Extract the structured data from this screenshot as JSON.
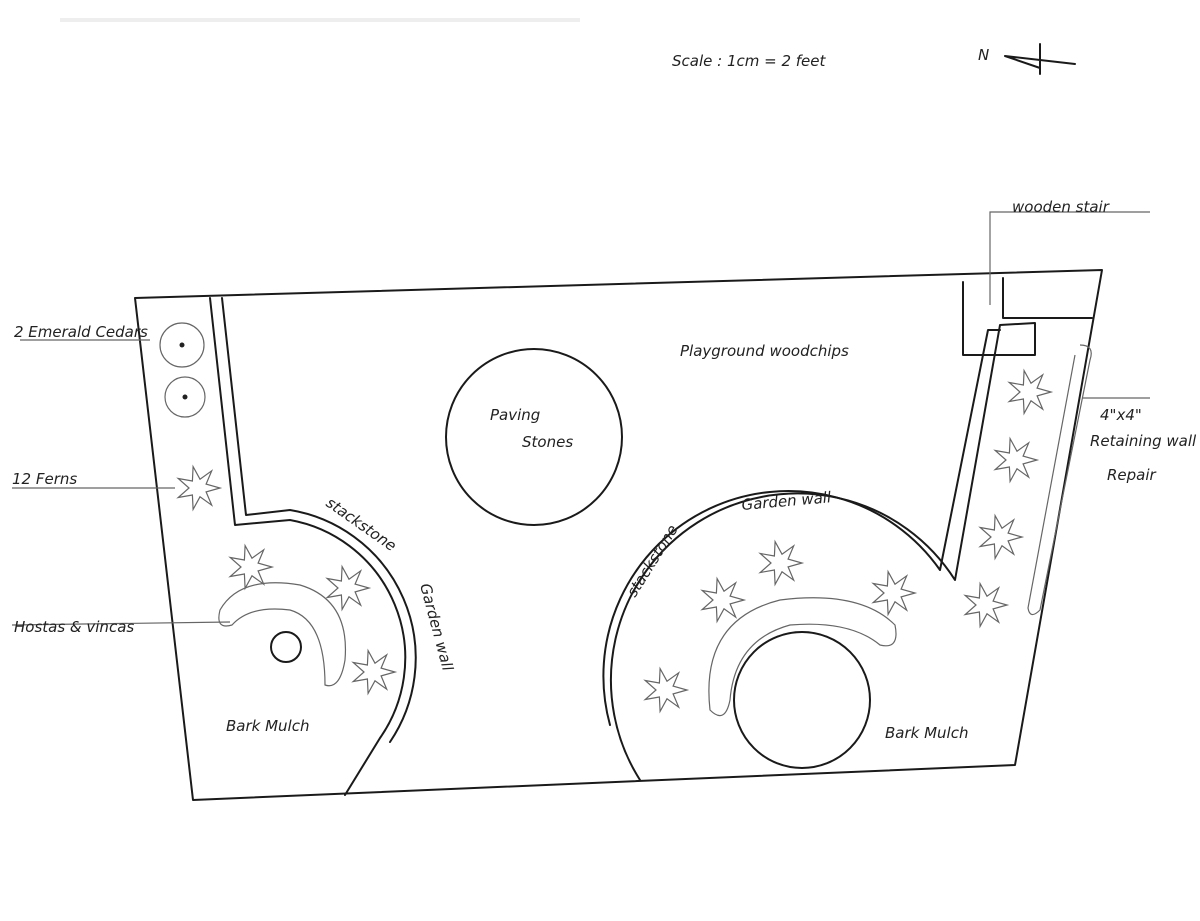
{
  "header": {
    "scale_label": "Scale : 1cm = 2 feet",
    "north_label": "N"
  },
  "labels": {
    "wooden_stair": "wooden stair",
    "playground": "Playground woodchips",
    "paving_1": "Paving",
    "paving_2": "Stones",
    "cedars": "2 Emerald Cedars",
    "ferns": "12 Ferns",
    "hostas": "Hostas & vincas",
    "wall_left_1": "stackstone",
    "wall_left_2": "Garden wall",
    "wall_right_1": "stackstone",
    "wall_right_2": "Garden wall",
    "mulch_left": "Bark Mulch",
    "mulch_right": "Bark Mulch",
    "retaining_1": "4\"x4\"",
    "retaining_2": "Retaining wall",
    "retaining_3": "Repair"
  }
}
